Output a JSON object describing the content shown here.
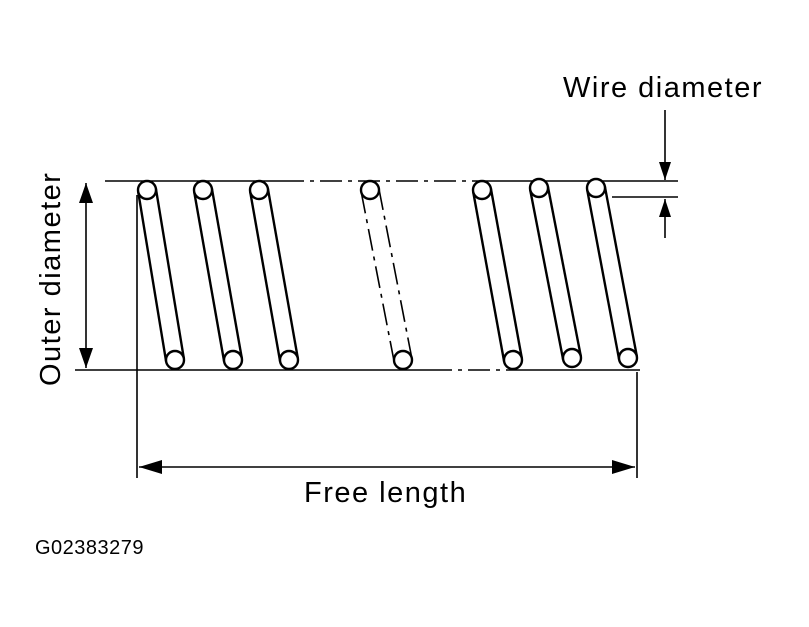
{
  "labels": {
    "wire_diameter": "Wire diameter",
    "outer_diameter": "Outer diameter",
    "free_length": "Free length",
    "figure_code": "G02383279"
  }
}
